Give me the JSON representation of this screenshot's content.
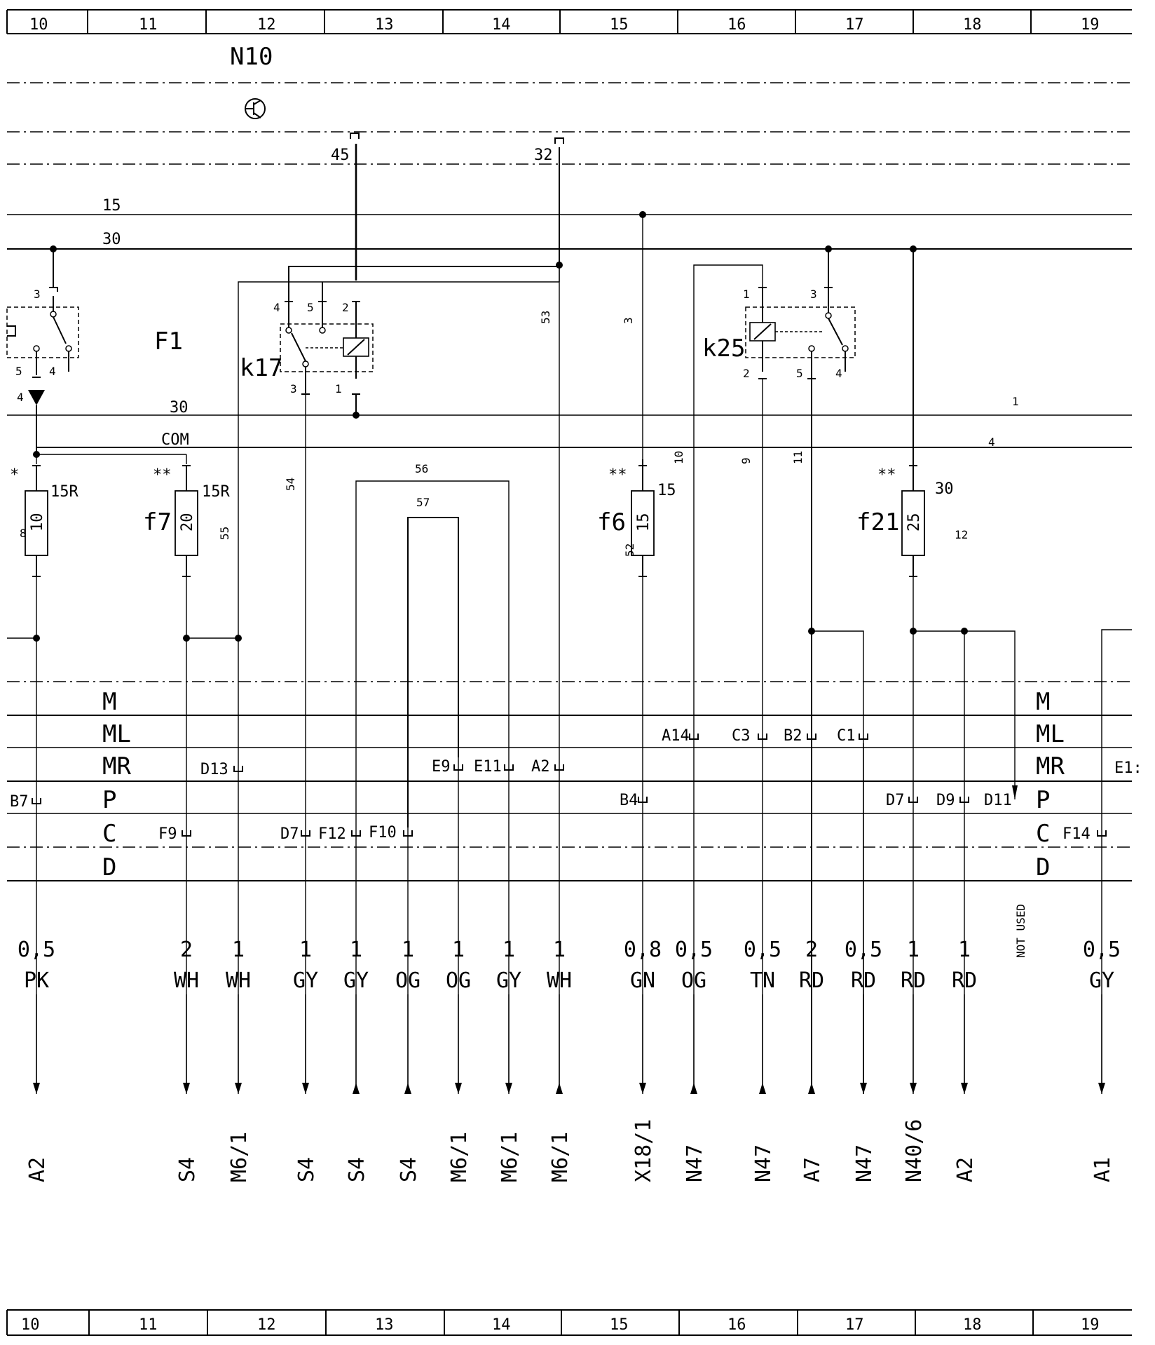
{
  "grid": [
    "10",
    "11",
    "12",
    "13",
    "14",
    "15",
    "16",
    "17",
    "18",
    "19"
  ],
  "module": "N10",
  "rails": {
    "r15": "15",
    "r30": "30",
    "r30b": "30",
    "com": "COM"
  },
  "connector_pins": {
    "p45": "45",
    "p32": "32"
  },
  "components": {
    "F1": {
      "name": "F1",
      "pins": [
        "3",
        "5",
        "4",
        "4"
      ]
    },
    "k17": {
      "name": "k17",
      "pins": [
        "4",
        "5",
        "2",
        "3",
        "1"
      ]
    },
    "k25": {
      "name": "k25",
      "pins": [
        "1",
        "3",
        "2",
        "5",
        "4"
      ]
    }
  },
  "wire_numbers": {
    "w53": "53",
    "w3": "3",
    "w54": "54",
    "w55": "55",
    "w56": "56",
    "w57": "57",
    "w10": "10",
    "w9": "9",
    "w11": "11",
    "w1": "1",
    "w4": "4",
    "w12": "12",
    "w52": "52",
    "w8": "8"
  },
  "fuses": [
    {
      "name": "",
      "rating": "10",
      "rail": "15R",
      "mark": "*"
    },
    {
      "name": "f7",
      "rating": "20",
      "rail": "15R",
      "mark": "**"
    },
    {
      "name": "f6",
      "rating": "15",
      "rail": "15",
      "mark": "**"
    },
    {
      "name": "f21",
      "rating": "25",
      "rail": "30",
      "mark": "**"
    }
  ],
  "harness_rows": [
    "M",
    "ML",
    "MR",
    "P",
    "C",
    "D"
  ],
  "connectors": {
    "B7": "B7",
    "F9": "F9",
    "D13": "D13",
    "D7a": "D7",
    "F12": "F12",
    "F10": "F10",
    "E9": "E9",
    "E11": "E11",
    "A2": "A2",
    "B4": "B4",
    "A14": "A14",
    "C3": "C3",
    "B2": "B2",
    "C1": "C1",
    "D7b": "D7",
    "D9": "D9",
    "D11": "D11",
    "F14": "F14",
    "E1x": "E1:"
  },
  "not_used": "NOT USED",
  "wires": [
    {
      "size": "0,5",
      "color": "PK",
      "dest": "A2"
    },
    {
      "size": "2",
      "color": "WH",
      "dest": "S4"
    },
    {
      "size": "1",
      "color": "WH",
      "dest": "M6/1"
    },
    {
      "size": "1",
      "color": "GY",
      "dest": "S4"
    },
    {
      "size": "1",
      "color": "GY",
      "dest": "S4"
    },
    {
      "size": "1",
      "color": "OG",
      "dest": "S4"
    },
    {
      "size": "1",
      "color": "OG",
      "dest": "M6/1"
    },
    {
      "size": "1",
      "color": "GY",
      "dest": "M6/1"
    },
    {
      "size": "1",
      "color": "WH",
      "dest": "M6/1"
    },
    {
      "size": "0,8",
      "color": "GN",
      "dest": "X18/1"
    },
    {
      "size": "0,5",
      "color": "OG",
      "dest": "N47"
    },
    {
      "size": "0,5",
      "color": "TN",
      "dest": "N47"
    },
    {
      "size": "2",
      "color": "RD",
      "dest": "A7"
    },
    {
      "size": "0,5",
      "color": "RD",
      "dest": "N47"
    },
    {
      "size": "1",
      "color": "RD",
      "dest": "N40/6"
    },
    {
      "size": "1",
      "color": "RD",
      "dest": "A2"
    },
    {
      "size": "0,5",
      "color": "GY",
      "dest": "A1"
    }
  ]
}
